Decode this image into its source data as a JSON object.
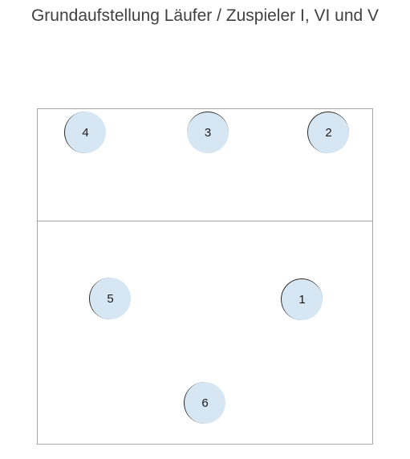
{
  "title": "Grundaufstellung Läufer / Zuspieler I, VI und V",
  "colors": {
    "court_border": "#a6a6a6",
    "player_fill": "#d6e6f3",
    "title_text": "#404040"
  },
  "players": {
    "p1": "1",
    "p2": "2",
    "p3": "3",
    "p4": "4",
    "p5": "5",
    "p6": "6"
  }
}
